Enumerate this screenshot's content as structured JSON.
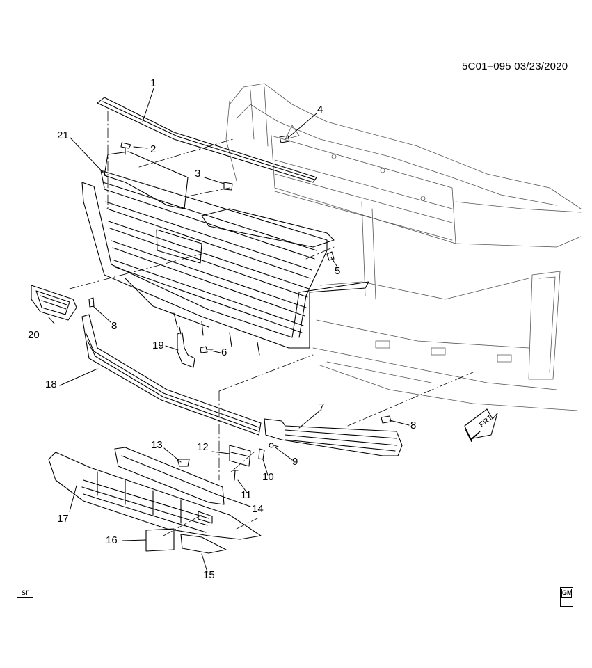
{
  "document_id": "5C01–095  03/23/2020",
  "badge": "sr",
  "logo": "GM",
  "direction_label": "FRT",
  "callouts": [
    "1",
    "2",
    "3",
    "4",
    "5",
    "6",
    "7",
    "8",
    "8",
    "9",
    "10",
    "11",
    "12",
    "13",
    "14",
    "15",
    "16",
    "17",
    "18",
    "19",
    "20",
    "21"
  ]
}
